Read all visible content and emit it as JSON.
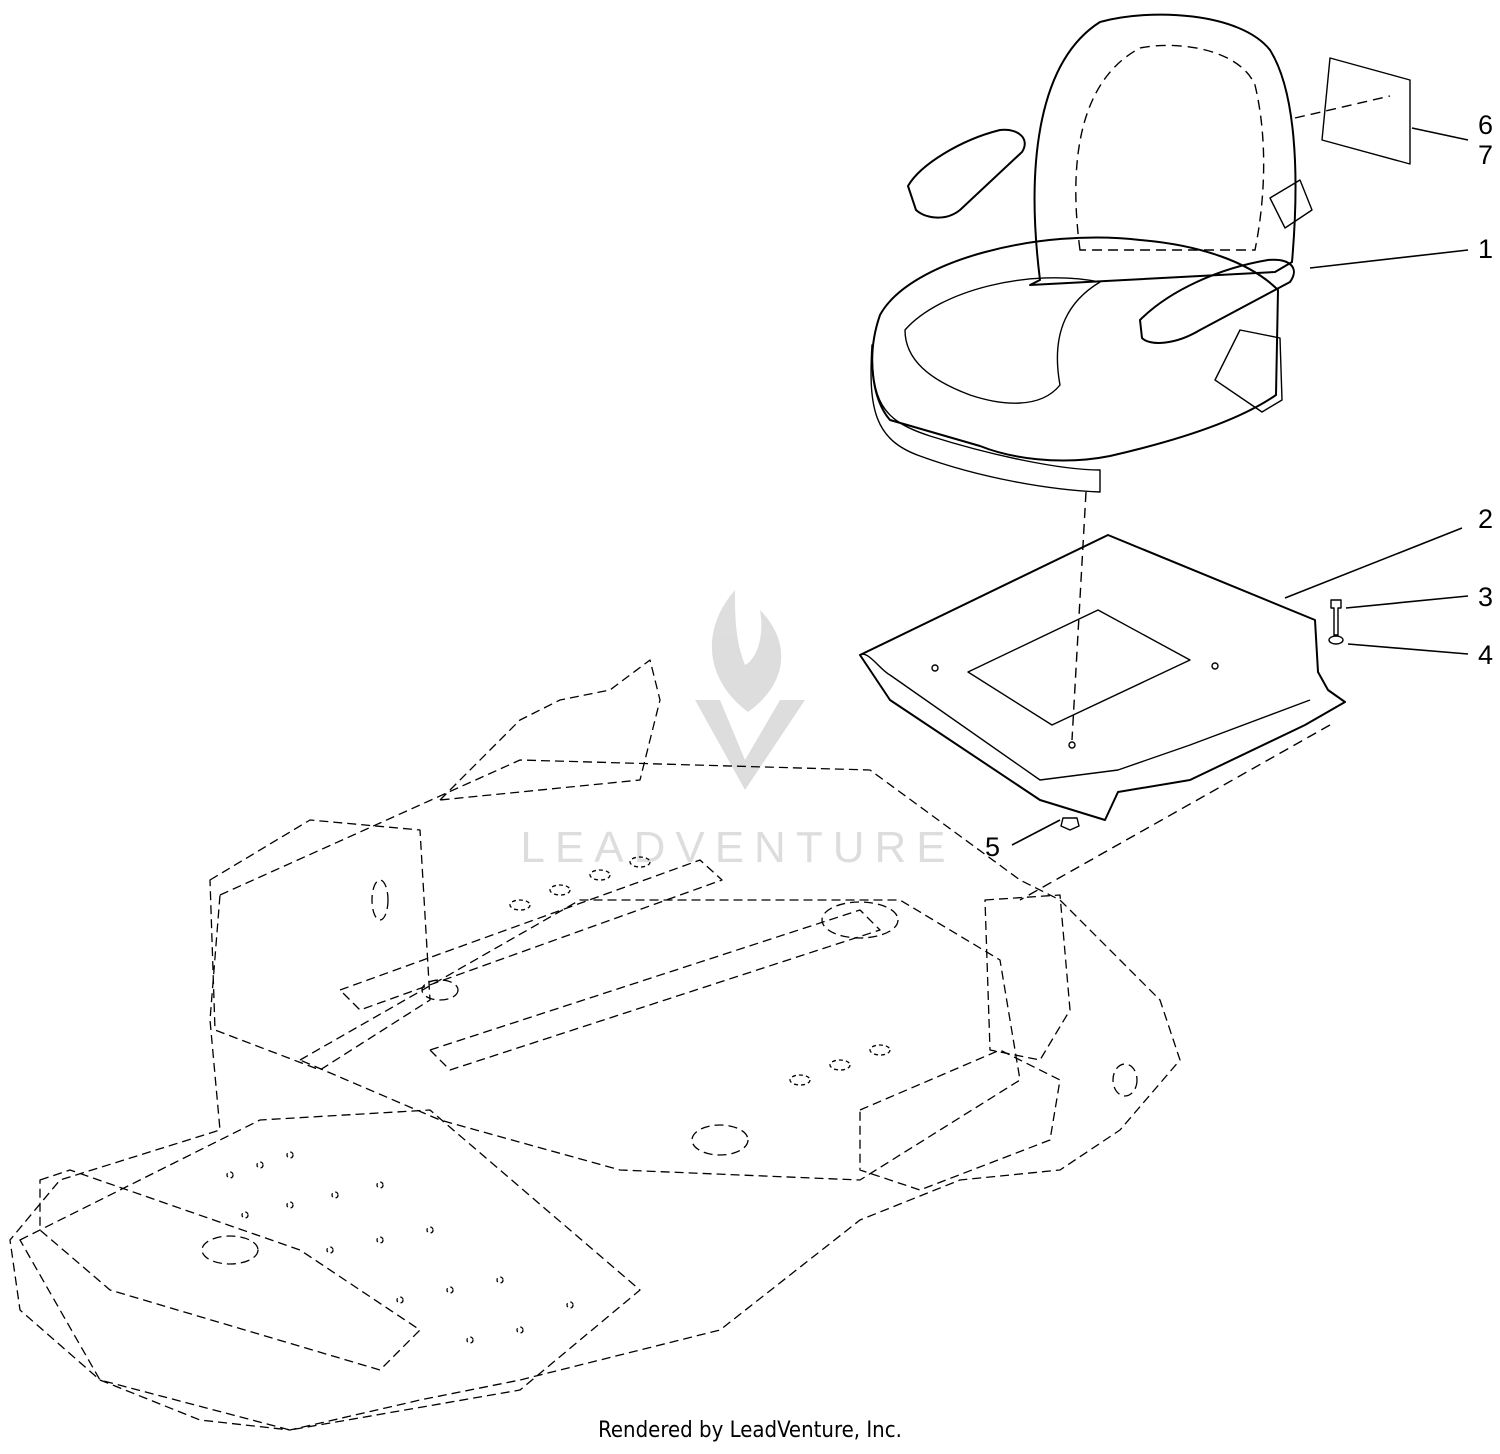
{
  "callouts": [
    {
      "label": "6"
    },
    {
      "label": "7"
    },
    {
      "label": "1"
    },
    {
      "label": "2"
    },
    {
      "label": "3"
    },
    {
      "label": "4"
    },
    {
      "label": "5"
    }
  ],
  "watermark": {
    "text": "LEADVENTURE"
  },
  "footer": {
    "credit": "Rendered by LeadVenture, Inc."
  },
  "icons": [
    "watermark-flame-icon"
  ]
}
